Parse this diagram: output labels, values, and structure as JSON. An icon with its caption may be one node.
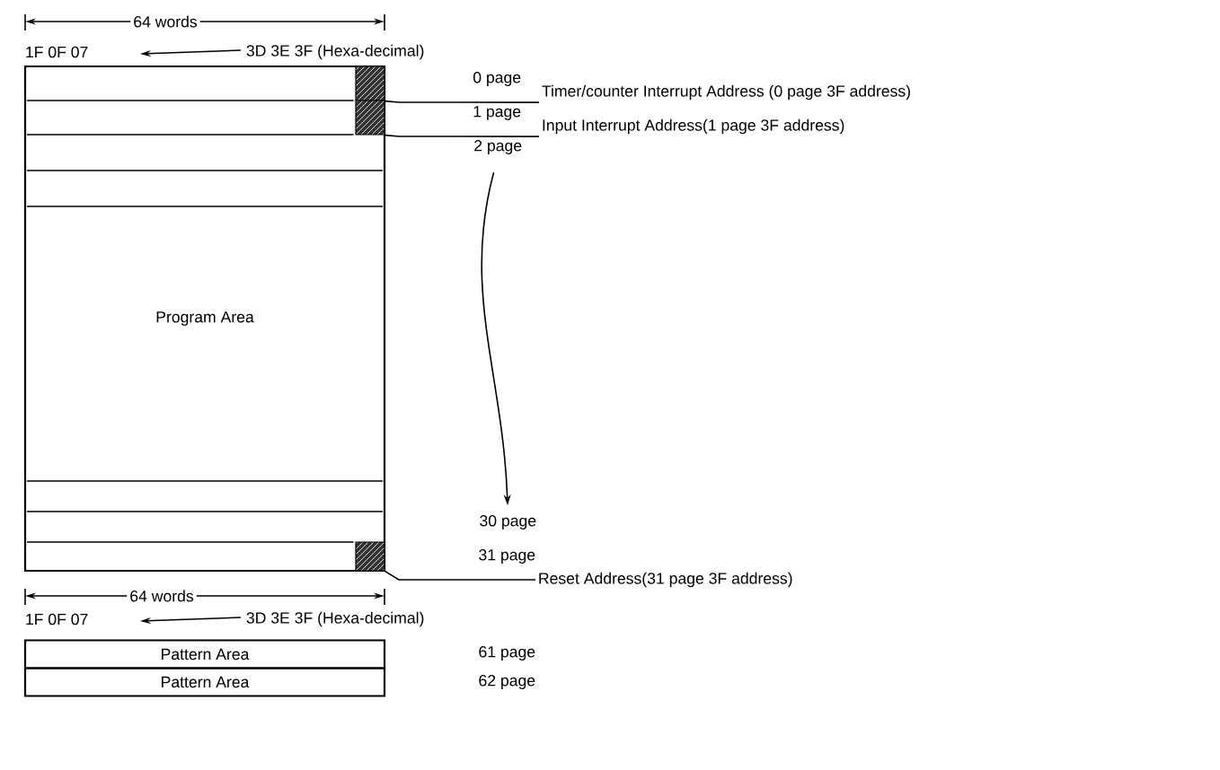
{
  "diagram": {
    "nodes": [
      {
        "text": [
          "Program Area"
        ]
      },
      {
        "text": [],
        "shape": "box",
        "in": 0
      },
      {
        "text": [],
        "shape": "box",
        "in": 0
      },
      {
        "text": [],
        "shape": "box",
        "in": 0
      },
      {
        "text": [
          "Timer/counter Interrupt Address (0 page 3F address)"
        ]
      },
      {
        "text": [
          "Input Interrupt Address(1 page 3F address)"
        ]
      },
      {
        "text": [
          "2 page"
        ]
      },
      {
        "text": [
          "30 page"
        ]
      },
      {
        "text": [
          "Reset Address(31 page 3F address)"
        ]
      },
      {
        "text": [
          "Pattern Area"
        ]
      },
      {
        "text": [
          "Pattern Area"
        ]
      }
    ],
    "edges": [
      {
        "from": 4,
        "to": 1,
        "arrow": "none"
      },
      {
        "from": 5,
        "to": 2,
        "arrow": "none"
      },
      {
        "from": 6,
        "to": 7,
        "arrow": "to"
      },
      {
        "from": 8,
        "to": 3,
        "arrow": "none"
      }
    ],
    "labels": [
      "64 words",
      "1F 0F 07",
      "3D 3E 3F (Hexa-decimal)",
      "0 page",
      "1 page",
      "31 page",
      "64 words",
      "1F 0F 07",
      "3D 3E 3F (Hexa-decimal)",
      "61 page",
      "62 page"
    ]
  }
}
